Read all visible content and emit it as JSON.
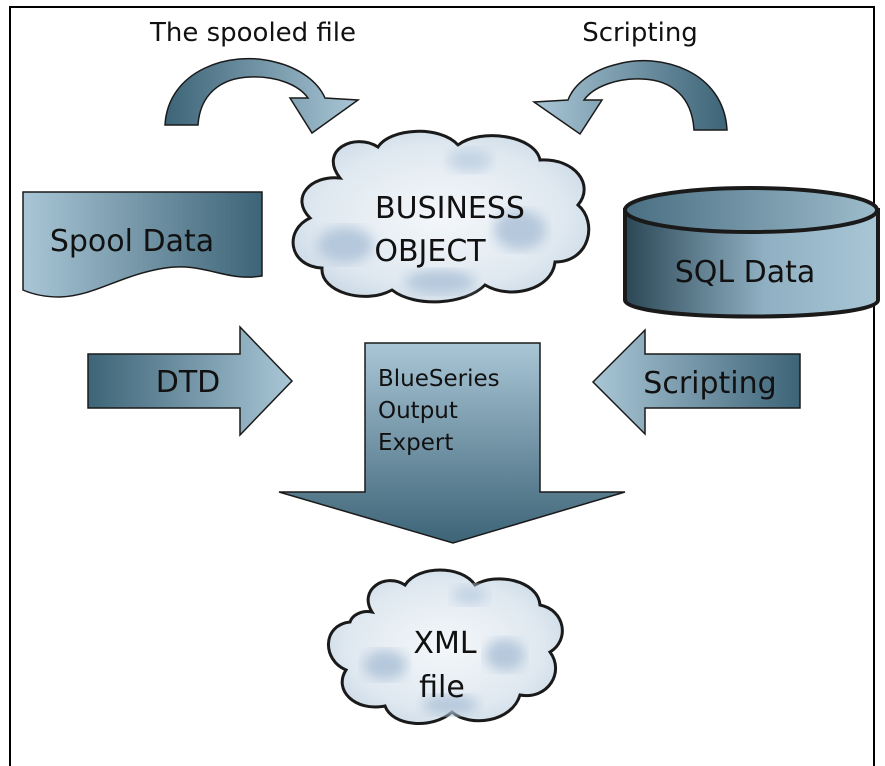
{
  "labels": {
    "spooled_file": "The spooled file",
    "scripting_top": "Scripting",
    "spool_data": "Spool Data",
    "business_line1": "BUSINESS",
    "business_line2": "OBJECT",
    "sql_data": "SQL Data",
    "dtd": "DTD",
    "scripting_right": "Scripting",
    "expert_line1": "BlueSeries",
    "expert_line2": "Output",
    "expert_line3": "Expert",
    "xml_line1": "XML",
    "xml_line2": "file"
  },
  "colors": {
    "shape_light": "#a9c6d6",
    "shape_dark": "#3d6477",
    "cloud_fill": "#e8eef4",
    "cloud_blob": "#b5c8dc",
    "outline": "#1a1a1a"
  }
}
